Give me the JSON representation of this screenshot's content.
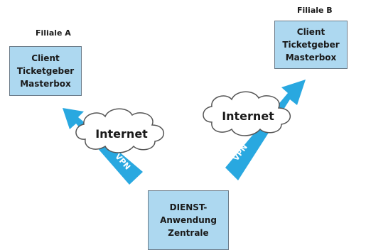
{
  "colors": {
    "box_fill": "#add8f0",
    "arrow_fill": "#29a8e0",
    "cloud_stroke": "#555555",
    "text": "#1a1a1a"
  },
  "branch_a": {
    "label": "Filiale A",
    "lines": [
      "Client",
      "Ticketgeber",
      "Masterbox"
    ]
  },
  "branch_b": {
    "label": "Filiale B",
    "lines": [
      "Client",
      "Ticketgeber",
      "Masterbox"
    ]
  },
  "headquarters": {
    "lines": [
      "DIENST-",
      "Anwendung",
      "Zentrale"
    ]
  },
  "link_left": {
    "cloud_label": "Internet",
    "tunnel_label": "VPN"
  },
  "link_right": {
    "cloud_label": "Internet",
    "tunnel_label": "VPN"
  }
}
